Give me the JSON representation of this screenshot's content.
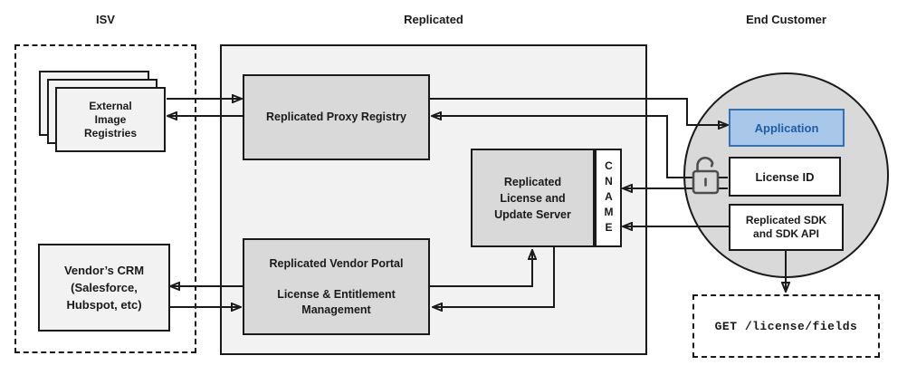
{
  "diagram": {
    "sections": {
      "isv": "ISV",
      "replicated": "Replicated",
      "end_customer": "End Customer"
    },
    "nodes": {
      "external_image_registries": "External\nImage\nRegistries",
      "vendors_crm": "Vendor’s CRM\n(Salesforce,\nHubspot, etc)",
      "proxy_registry": "Replicated Proxy Registry",
      "license_update_server": "Replicated\nLicense and\nUpdate Server",
      "cname": "CNAME",
      "vendor_portal": "Replicated Vendor Portal\n\nLicense & Entitlement\nManagement",
      "application": "Application",
      "license_id": "License ID",
      "replicated_sdk": "Replicated SDK\nand SDK API",
      "get_license_fields": "GET /license/fields"
    },
    "icons": {
      "unlock_icon": "unlock-icon"
    },
    "colors": {
      "background": "#FFFFFF",
      "container_fill": "#F2F2F2",
      "node_fill": "#D9D9D9",
      "light_node_fill": "#F2F2F2",
      "circle_fill": "#D9D9D9",
      "cname_fill": "#FFFFFF",
      "application_fill": "#A9C8E9",
      "application_border": "#2E74B5",
      "application_text": "#1B5EA8",
      "line_color": "#1A1A1A",
      "lock_color": "#4D4D4D"
    }
  }
}
